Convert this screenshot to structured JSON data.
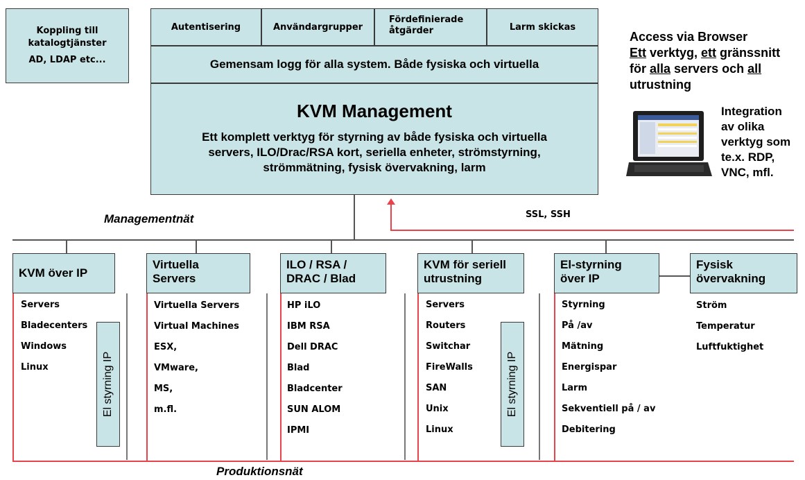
{
  "top_left": {
    "line1": "Koppling till",
    "line2": "katalogtjänster",
    "line3": "AD, LDAP etc..."
  },
  "top_tabs": [
    "Autentisering",
    "Användargrupper",
    "Fördefinierade åtgärder",
    "Larm skickas"
  ],
  "log_bar": "Gemensam logg för alla system. Både fysiska och virtuella",
  "kvm": {
    "title": "KVM Management",
    "desc_line1": "Ett komplett  verktyg för styrning av både fysiska och virtuella",
    "desc_line2": "servers, ILO/Drac/RSA kort, seriella enheter, strömstyrning,",
    "desc_line3": "strömmätning, fysisk övervakning, larm"
  },
  "access": {
    "line1": "Access via Browser",
    "line2_a": "Ett",
    "line2_b": " verktyg, ",
    "line2_c": "ett",
    "line2_d": " gränssnitt",
    "line3_a": "för ",
    "line3_b": "alla",
    "line3_c": " servers och ",
    "line3_d": "all",
    "line4": "utrustning"
  },
  "integration": {
    "line1": "Integration",
    "line2": "av olika",
    "line3": "verktyg som",
    "line4": "te.x. RDP,",
    "line5": "VNC, mfl."
  },
  "labels": {
    "management_net": "Managementnät",
    "ssl": "SSL, SSH",
    "production_net": "Produktionsnät",
    "el_styrning_ip": "El styrning IP"
  },
  "columns": [
    {
      "title": "KVM över IP",
      "items": [
        "Servers",
        "Bladecenters",
        "Windows",
        "Linux"
      ]
    },
    {
      "title": "Virtuella Servers",
      "title_line1": "Virtuella",
      "title_line2": "Servers",
      "items": [
        "Virtuella Servers",
        "Virtual Machines",
        "ESX,",
        "VMware,",
        "MS,",
        "m.fl."
      ]
    },
    {
      "title_line1": "ILO / RSA /",
      "title_line2": "DRAC / Blad",
      "items": [
        "HP iLO",
        "IBM RSA",
        "Dell DRAC",
        "Blad",
        "Bladcenter",
        "SUN ALOM",
        "IPMI"
      ]
    },
    {
      "title_line1": "KVM för seriell",
      "title_line2": "utrustning",
      "items": [
        "Servers",
        "Routers",
        "Switchar",
        "FireWalls",
        "SAN",
        "Unix",
        "Linux"
      ]
    },
    {
      "title_line1": "El-styrning",
      "title_line2": "över IP",
      "items": [
        "Styrning",
        "På /av",
        "Mätning",
        "Energispar",
        "Larm",
        "Sekventiell på / av",
        "Debitering"
      ]
    },
    {
      "title_line1": "Fysisk",
      "title_line2": "övervakning",
      "items": [
        "Ström",
        "Temperatur",
        "Luftfuktighet"
      ]
    }
  ]
}
